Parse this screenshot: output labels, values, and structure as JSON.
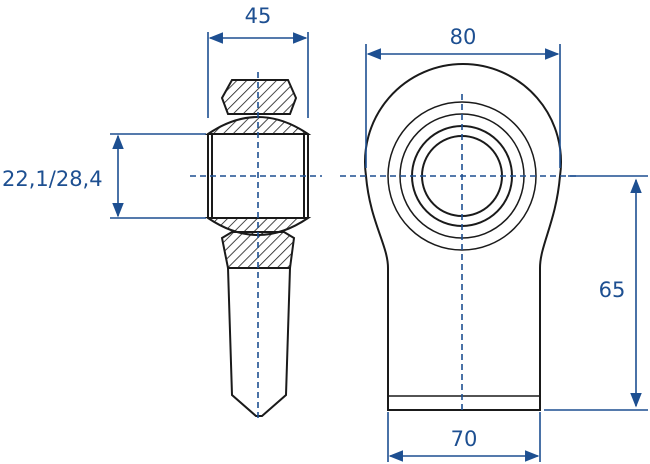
{
  "dimensions": {
    "side_width": "45",
    "bore_diameter": "22,1/28,4",
    "eye_width": "80",
    "center_height": "65",
    "base_width": "70"
  },
  "colors": {
    "dimension_lines": "#1d4f91",
    "outline": "#1a1a1a",
    "background": "#ffffff"
  }
}
